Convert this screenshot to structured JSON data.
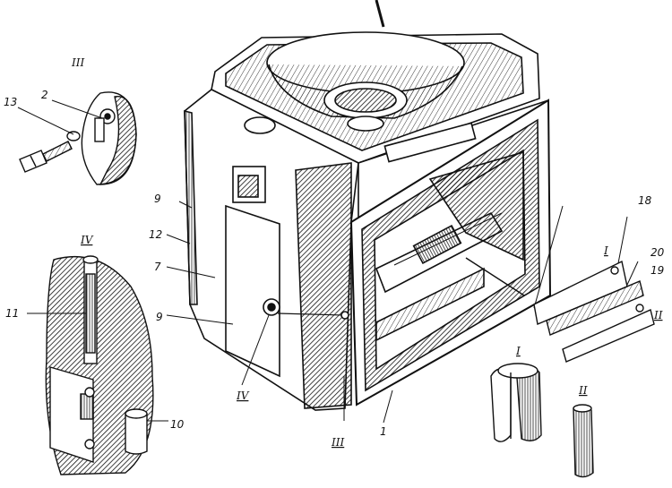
{
  "callouts": {
    "n1": "1",
    "n2": "2",
    "n7": "7",
    "n9a": "9",
    "n9b": "9",
    "n10": "10",
    "n11": "11",
    "n12": "12",
    "n13": "13",
    "n18": "18",
    "n19": "19",
    "n20": "20"
  },
  "views": {
    "I_ref": "I",
    "II_ref": "II",
    "III_ref": "III",
    "IV_ref": "IV",
    "III_title": "III",
    "IV_title": "IV",
    "I_title": "I",
    "II_title": "II"
  },
  "colors": {
    "ink": "#111111",
    "paper": "#ffffff"
  }
}
